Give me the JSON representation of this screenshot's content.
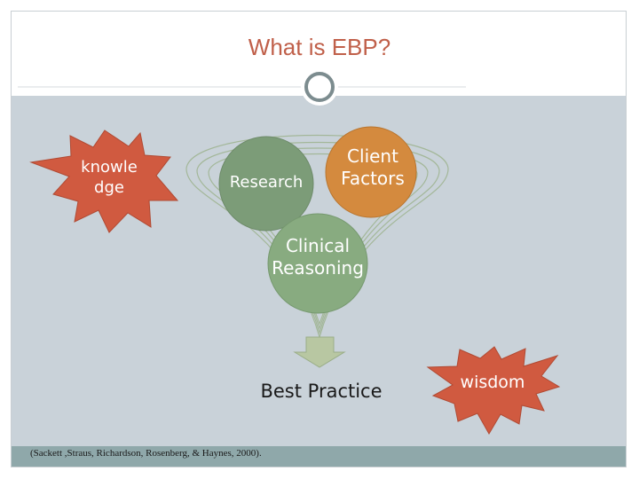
{
  "slide": {
    "title": "What is EBP?",
    "citation": "(Sackett ,Straus, Richardson, Rosenberg, & Haynes, 2000)."
  },
  "diagram": {
    "knowledge_burst": "knowle\ndge",
    "research": "Research",
    "client_factors": "Client\nFactors",
    "clinical_reasoning": "Clinical\nReasoning",
    "best_practice": "Best Practice",
    "wisdom_burst": "wisdom"
  },
  "colors": {
    "title": "#c0604a",
    "panel": "#c9d2d9",
    "footer_band": "#8fa8aa",
    "burst": "#d05a40",
    "research": "#7c9c78",
    "client_factors": "#d48a3e",
    "clinical_reasoning": "#88ab80",
    "arrow": "#b8c7a2",
    "connector_ring": "#7c8c8f"
  }
}
